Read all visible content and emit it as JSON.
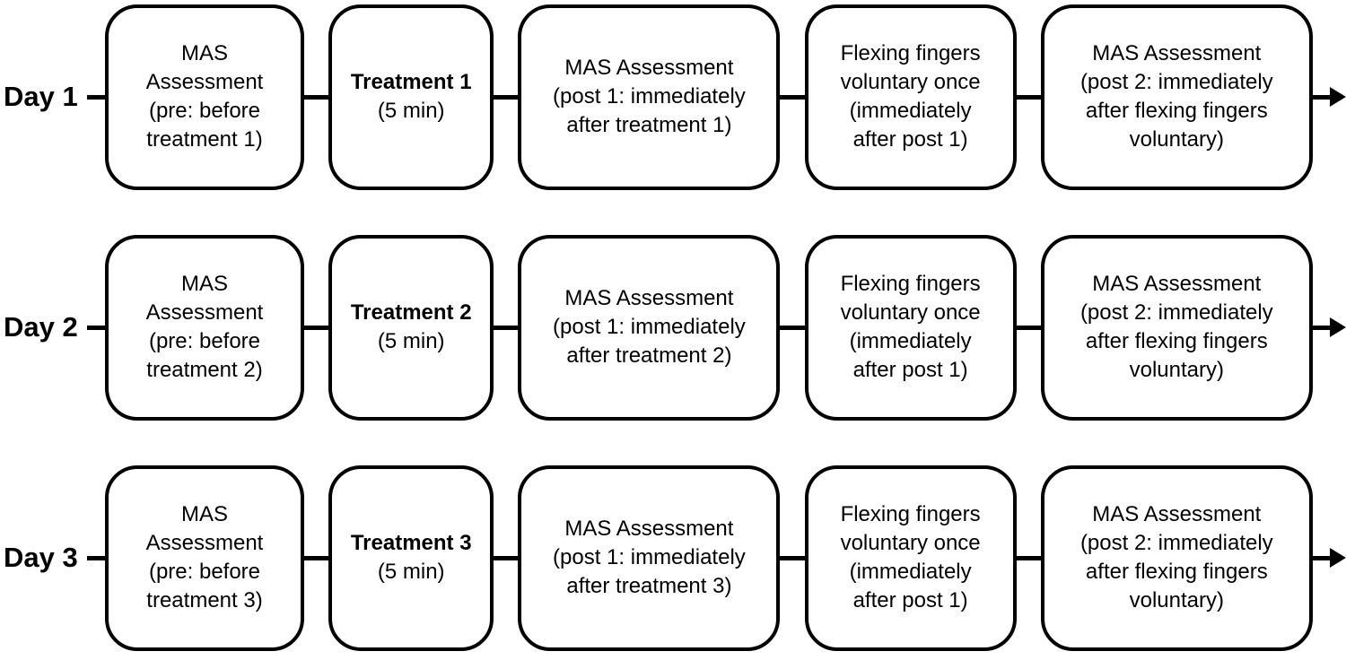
{
  "diagram": {
    "rows": [
      {
        "day": "Day 1",
        "boxes": [
          {
            "text": "MAS\nAssessment\n(pre: before\ntreatment 1)"
          },
          {
            "title": "Treatment 1",
            "subtitle": "(5 min)"
          },
          {
            "text": "MAS Assessment\n(post 1: immediately\nafter treatment 1)"
          },
          {
            "text": "Flexing fingers\nvoluntary once\n(immediately\nafter post 1)"
          },
          {
            "text": "MAS Assessment\n(post 2: immediately\nafter flexing fingers\nvoluntary)"
          }
        ]
      },
      {
        "day": "Day 2",
        "boxes": [
          {
            "text": "MAS\nAssessment\n(pre: before\ntreatment 2)"
          },
          {
            "title": "Treatment 2",
            "subtitle": "(5 min)"
          },
          {
            "text": "MAS Assessment\n(post 1: immediately\nafter treatment 2)"
          },
          {
            "text": "Flexing fingers\nvoluntary once\n(immediately\nafter post 1)"
          },
          {
            "text": "MAS Assessment\n(post 2: immediately\nafter flexing fingers\nvoluntary)"
          }
        ]
      },
      {
        "day": "Day 3",
        "boxes": [
          {
            "text": "MAS\nAssessment\n(pre: before\ntreatment 3)"
          },
          {
            "title": "Treatment 3",
            "subtitle": "(5 min)"
          },
          {
            "text": "MAS Assessment\n(post 1: immediately\nafter treatment 3)"
          },
          {
            "text": "Flexing fingers\nvoluntary once\n(immediately\nafter post 1)"
          },
          {
            "text": "MAS Assessment\n(post 2: immediately\nafter flexing fingers\nvoluntary)"
          }
        ]
      }
    ],
    "colors": {
      "stroke": "#000000",
      "background": "#ffffff"
    }
  }
}
